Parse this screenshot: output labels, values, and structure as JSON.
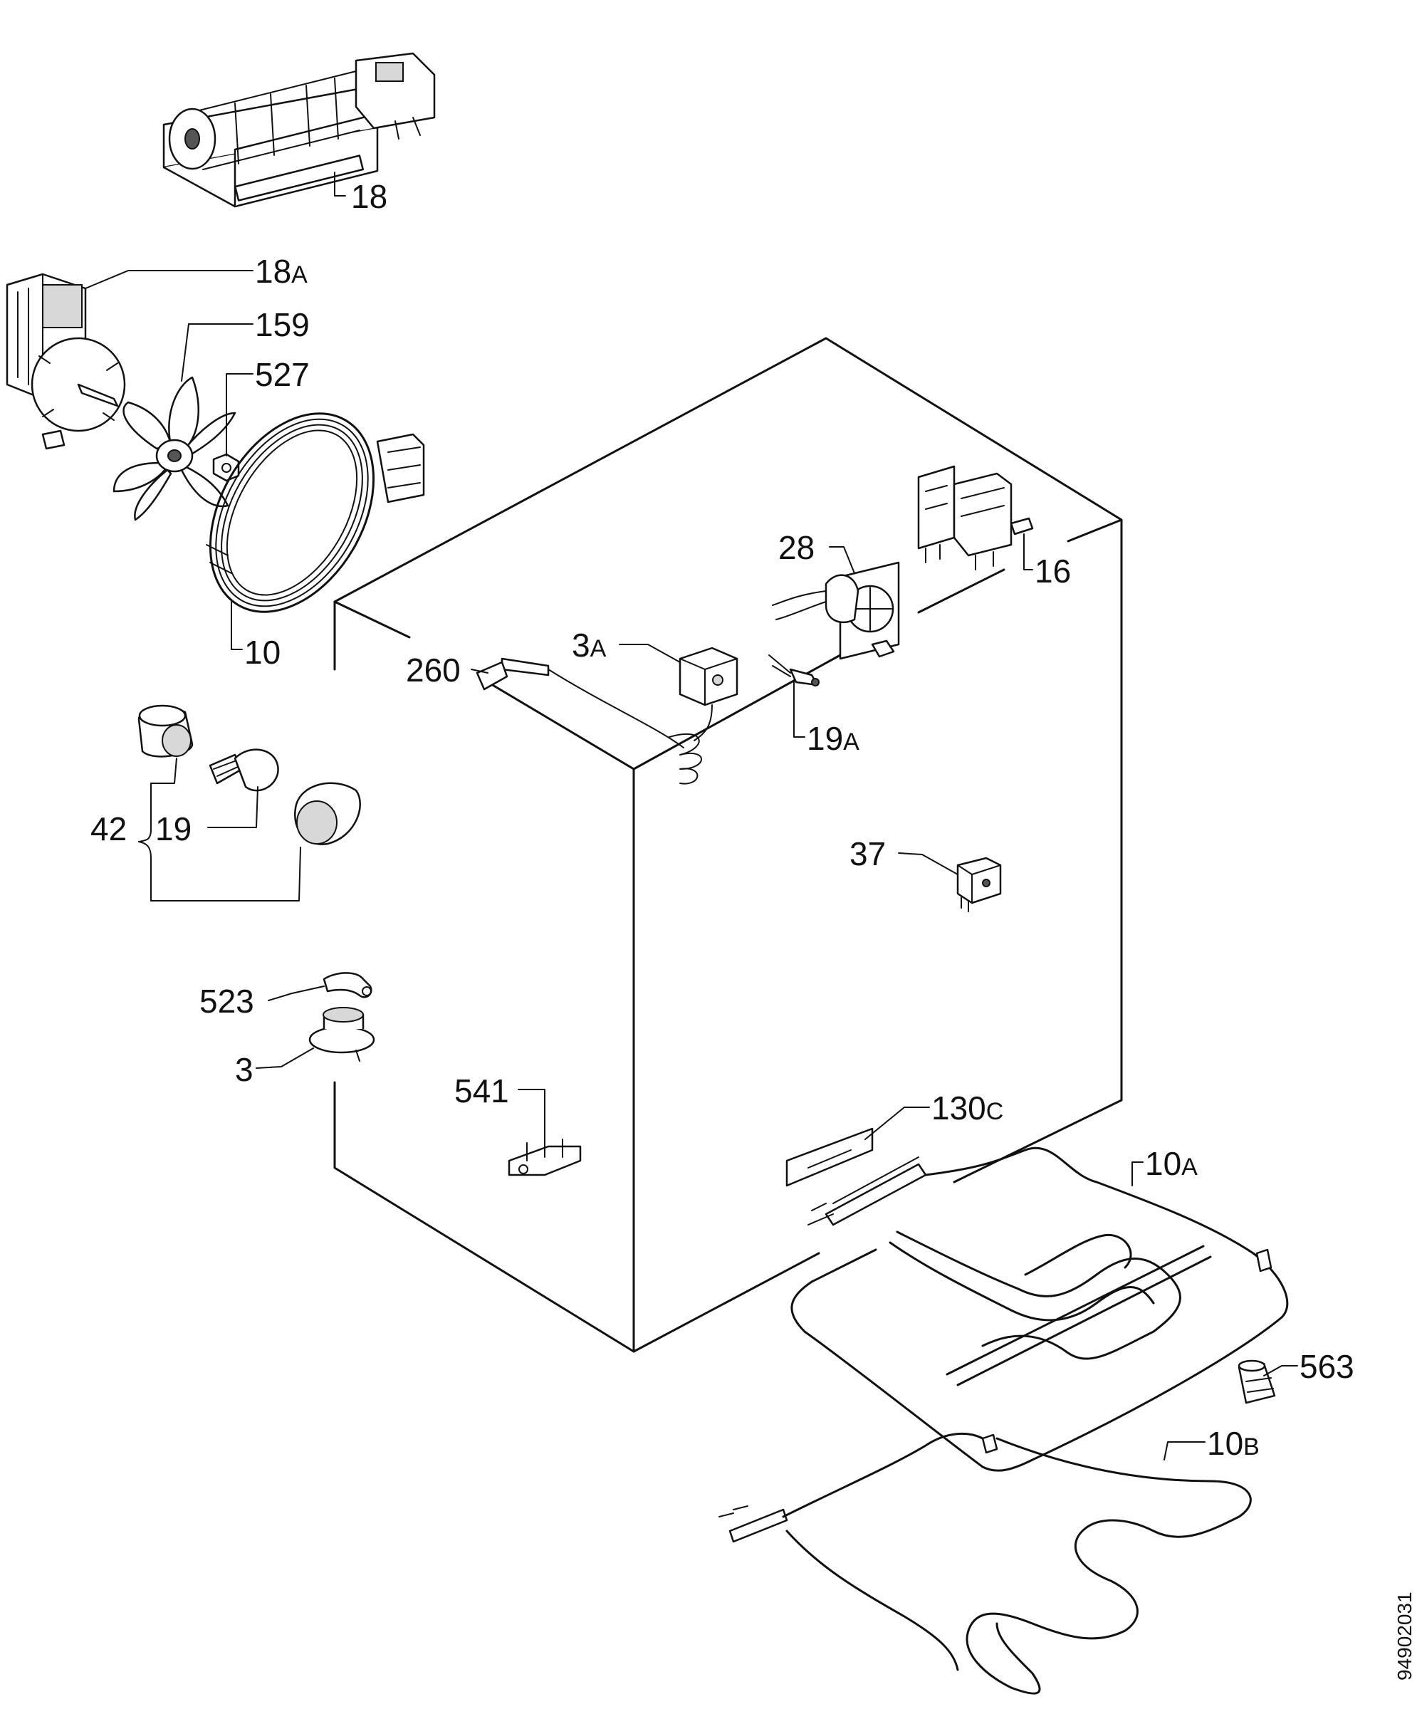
{
  "drawing_code": "94902031",
  "parts": {
    "p18": {
      "num": "18",
      "suffix": ""
    },
    "p18a": {
      "num": "18",
      "suffix": "A"
    },
    "p159": {
      "num": "159",
      "suffix": ""
    },
    "p527": {
      "num": "527",
      "suffix": ""
    },
    "p10": {
      "num": "10",
      "suffix": ""
    },
    "p260": {
      "num": "260",
      "suffix": ""
    },
    "p3a": {
      "num": "3",
      "suffix": "A"
    },
    "p28": {
      "num": "28",
      "suffix": ""
    },
    "p16": {
      "num": "16",
      "suffix": ""
    },
    "p19a": {
      "num": "19",
      "suffix": "A"
    },
    "p42": {
      "num": "42",
      "suffix": ""
    },
    "p19": {
      "num": "19",
      "suffix": ""
    },
    "p37": {
      "num": "37",
      "suffix": ""
    },
    "p523": {
      "num": "523",
      "suffix": ""
    },
    "p3": {
      "num": "3",
      "suffix": ""
    },
    "p541": {
      "num": "541",
      "suffix": ""
    },
    "p130c": {
      "num": "130",
      "suffix": "C"
    },
    "p10a": {
      "num": "10",
      "suffix": "A"
    },
    "p563": {
      "num": "563",
      "suffix": ""
    },
    "p10b": {
      "num": "10",
      "suffix": "B"
    }
  }
}
